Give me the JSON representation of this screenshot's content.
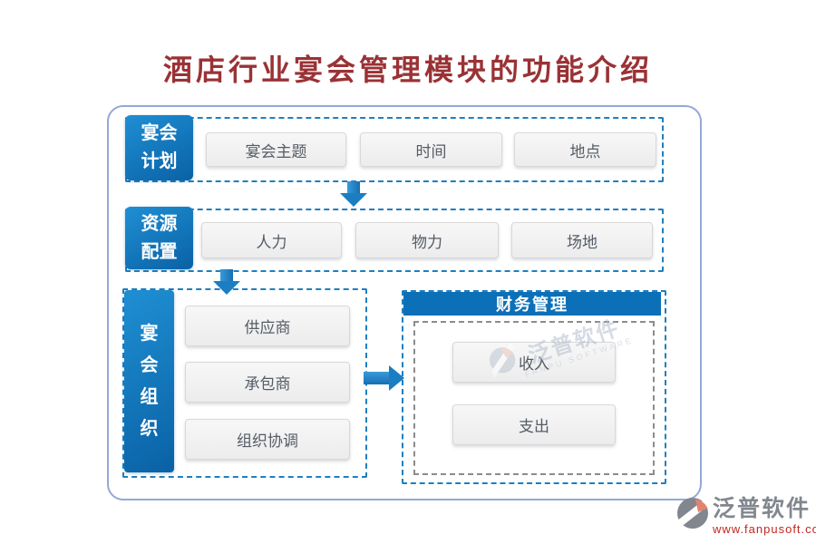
{
  "title": "酒店行业宴会管理模块的功能介绍",
  "colors": {
    "title_red": "#9a3235",
    "accent_blue": "#0c70b8",
    "dashed_blue": "#1e7fc0",
    "container_border": "#93a9d6",
    "box_bg": "#efefef",
    "box_text": "#555c66",
    "logo_gray": "#82878f",
    "logo_salmon": "#e2836d",
    "url_red": "#c2271f"
  },
  "sections": {
    "plan": {
      "label_top": "宴会",
      "label_bottom": "计划",
      "items": [
        "宴会主题",
        "时间",
        "地点"
      ]
    },
    "resource": {
      "label_top": "资源",
      "label_bottom": "配置",
      "items": [
        "人力",
        "物力",
        "场地"
      ]
    },
    "organize": {
      "chars": [
        "宴",
        "会",
        "组",
        "织"
      ],
      "items": [
        "供应商",
        "承包商",
        "组织协调"
      ]
    },
    "finance": {
      "header": "财务管理",
      "items": [
        "收入",
        "支出"
      ]
    }
  },
  "watermark": {
    "name": "泛普软件",
    "subtitle": "FANPU SOFTWARE"
  },
  "footer": {
    "brand": "泛普软件",
    "url": "www.fanpusoft.com"
  }
}
